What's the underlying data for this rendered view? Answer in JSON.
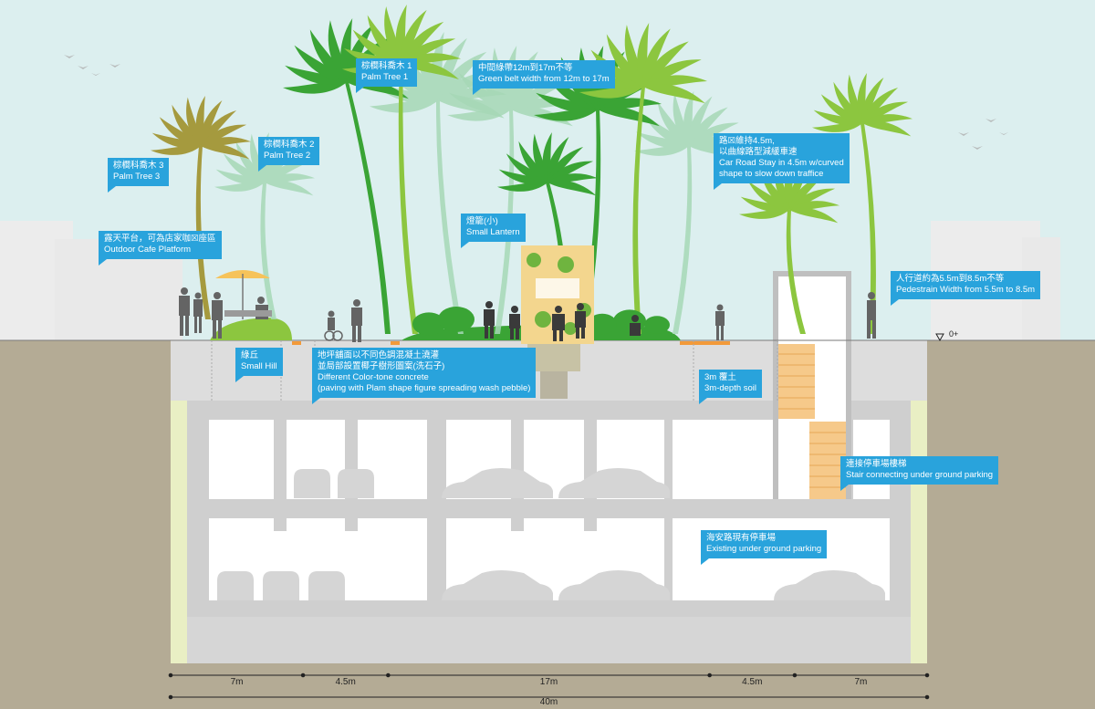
{
  "colors": {
    "sky": "#dcefef",
    "soil": "#b4ab95",
    "slab": "#dddddd",
    "structure": "#cfcfcf",
    "bay": "#ffffff",
    "car": "#d5d5d5",
    "callout": "#29a3dc",
    "wood": "#f6c98a",
    "palm_dark": "#3aa435",
    "palm_mid": "#8cc63f",
    "palm_light": "#a6d8b6",
    "palm_olive": "#a59a3e",
    "person": "#646464"
  },
  "labels": {
    "palm_tree_1": {
      "zh": "棕櫚科喬木 1",
      "en": "Palm Tree 1"
    },
    "palm_tree_2": {
      "zh": "棕櫚科喬木 2",
      "en": "Palm Tree 2"
    },
    "palm_tree_3": {
      "zh": "棕櫚科喬木 3",
      "en": "Palm Tree 3"
    },
    "green_belt": {
      "zh": "中間綠帶12m到17m不等",
      "en": "Green belt width from 12m to 17m"
    },
    "small_lantern": {
      "zh": "燈籠(小)",
      "en": "Small Lantern"
    },
    "cafe_platform": {
      "zh": "露天平台，可為店家咖☒座區",
      "en": "Outdoor Cafe Platform"
    },
    "car_road": {
      "zh": "路☒維持4.5m,",
      "zh2": "以曲線路型減緩車速",
      "en": "Car Road Stay in 4.5m w/curved",
      "en2": "shape to slow down traffice"
    },
    "pedestrian": {
      "zh": "人行道約為5.5m到8.5m不等",
      "en": "Pedestrain Width from 5.5m to 8.5m"
    },
    "small_hill": {
      "zh": "綠丘",
      "en": "Small Hill"
    },
    "paving": {
      "zh": "地坪舖面以不同色調混凝土澆灌",
      "zh2": "並局部設置椰子樹形圖案(洗石子)",
      "en": "Different Color-tone concrete",
      "en2": "(paving with Plam shape figure spreading wash pebble)"
    },
    "soil_depth": {
      "zh": "3m 覆土",
      "en": "3m-depth soil"
    },
    "stair": {
      "zh": "連接停車場樓梯",
      "en": "Stair connecting under ground parking"
    },
    "parking": {
      "zh": "海安路現有停車場",
      "en": "Existing under ground parking"
    }
  },
  "ground_level": "0+",
  "dimensions": {
    "segments": [
      {
        "label": "7m",
        "value": 7
      },
      {
        "label": "4.5m",
        "value": 4.5
      },
      {
        "label": "17m",
        "value": 17
      },
      {
        "label": "4.5m",
        "value": 4.5
      },
      {
        "label": "7m",
        "value": 7
      }
    ],
    "total": {
      "label": "40m",
      "value": 40
    }
  }
}
